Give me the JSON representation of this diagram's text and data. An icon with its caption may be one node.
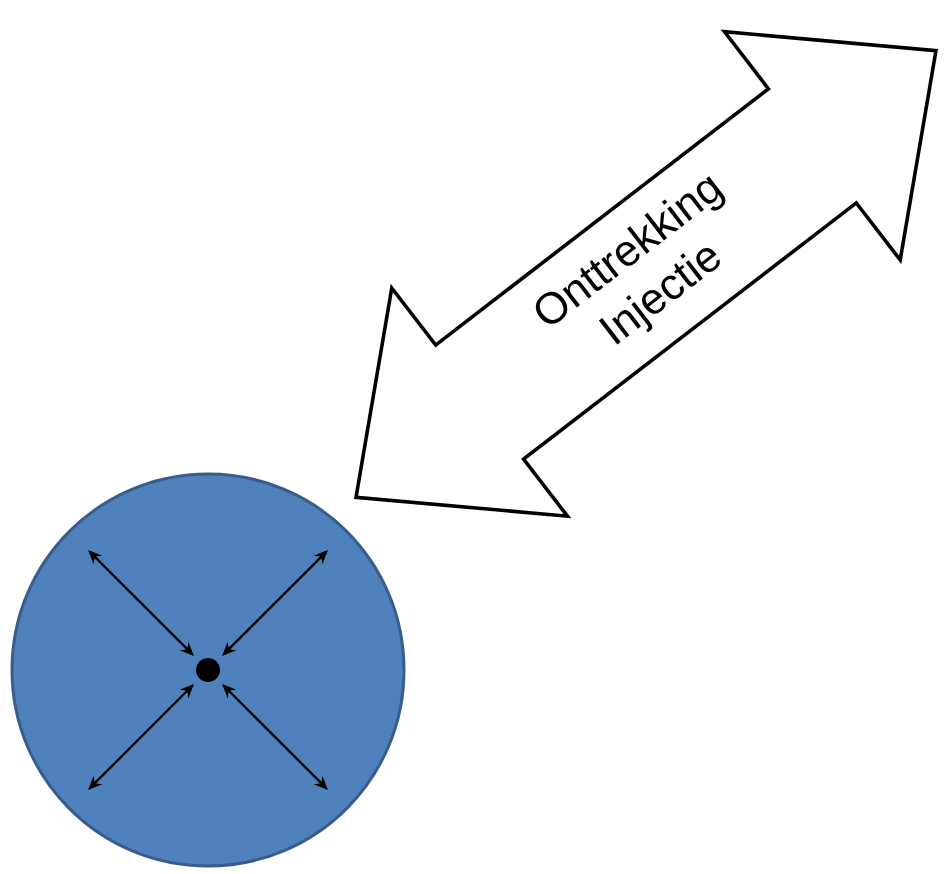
{
  "diagram": {
    "nodes": [
      {
        "text": [],
        "shape": "circle"
      },
      {
        "text": [
          "Onttrekking",
          "Injectie"
        ]
      }
    ]
  }
}
